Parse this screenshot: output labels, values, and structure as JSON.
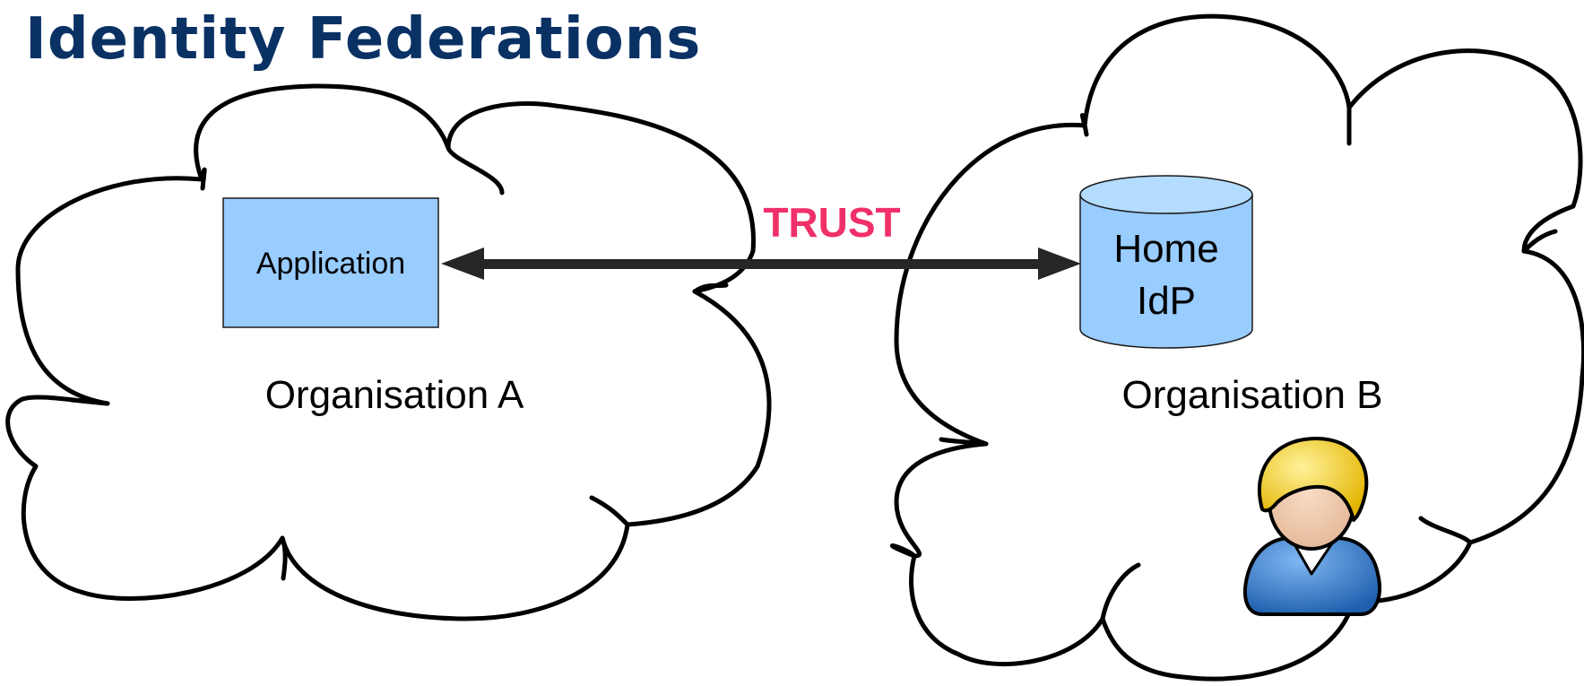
{
  "title": "Identity Federations",
  "organisation_a": {
    "label": "Organisation A",
    "application_label": "Application"
  },
  "organisation_b": {
    "label": "Organisation B",
    "idp_label_line1": "Home",
    "idp_label_line2": "IdP"
  },
  "trust_link": {
    "label": "TRUST",
    "color": "#f0306a"
  },
  "colors": {
    "title": "#0a3163",
    "box_fill": "#99ccff",
    "cylinder_top": "#b3dcff",
    "arrow": "#262626"
  },
  "icons": {
    "user": "person-icon"
  }
}
